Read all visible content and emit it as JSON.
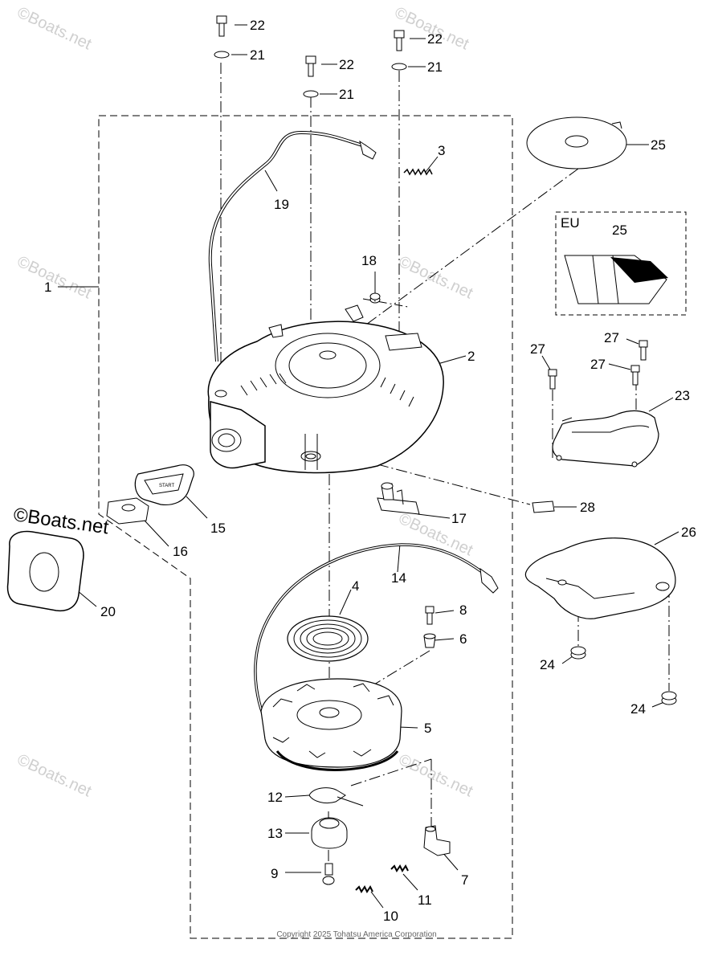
{
  "part_labels": [
    {
      "id": "p22a",
      "text": "22"
    },
    {
      "id": "p21a",
      "text": "21"
    },
    {
      "id": "p22b",
      "text": "22"
    },
    {
      "id": "p21b",
      "text": "21"
    },
    {
      "id": "p22c",
      "text": "22"
    },
    {
      "id": "p21c",
      "text": "21"
    },
    {
      "id": "p3",
      "text": "3"
    },
    {
      "id": "p25a",
      "text": "25"
    },
    {
      "id": "p25b",
      "text": "25"
    },
    {
      "id": "p19",
      "text": "19"
    },
    {
      "id": "p18",
      "text": "18"
    },
    {
      "id": "p1",
      "text": "1"
    },
    {
      "id": "p2",
      "text": "2"
    },
    {
      "id": "p27a",
      "text": "27"
    },
    {
      "id": "p27b",
      "text": "27"
    },
    {
      "id": "p27c",
      "text": "27"
    },
    {
      "id": "p23",
      "text": "23"
    },
    {
      "id": "p15",
      "text": "15"
    },
    {
      "id": "p16",
      "text": "16"
    },
    {
      "id": "p17",
      "text": "17"
    },
    {
      "id": "p28",
      "text": "28"
    },
    {
      "id": "p26",
      "text": "26"
    },
    {
      "id": "p20",
      "text": "20"
    },
    {
      "id": "p14",
      "text": "14"
    },
    {
      "id": "p4",
      "text": "4"
    },
    {
      "id": "p8",
      "text": "8"
    },
    {
      "id": "p6",
      "text": "6"
    },
    {
      "id": "p24a",
      "text": "24"
    },
    {
      "id": "p24b",
      "text": "24"
    },
    {
      "id": "p5",
      "text": "5"
    },
    {
      "id": "p12",
      "text": "12"
    },
    {
      "id": "p13",
      "text": "13"
    },
    {
      "id": "p9",
      "text": "9"
    },
    {
      "id": "p7",
      "text": "7"
    },
    {
      "id": "p11",
      "text": "11"
    },
    {
      "id": "p10",
      "text": "10"
    }
  ],
  "eu_label": "EU",
  "brand": "©Boats.net",
  "watermark": "©Boats.net",
  "copyright": "Copyright 2025 Tohatsu America Corporation",
  "handle_text": "START"
}
